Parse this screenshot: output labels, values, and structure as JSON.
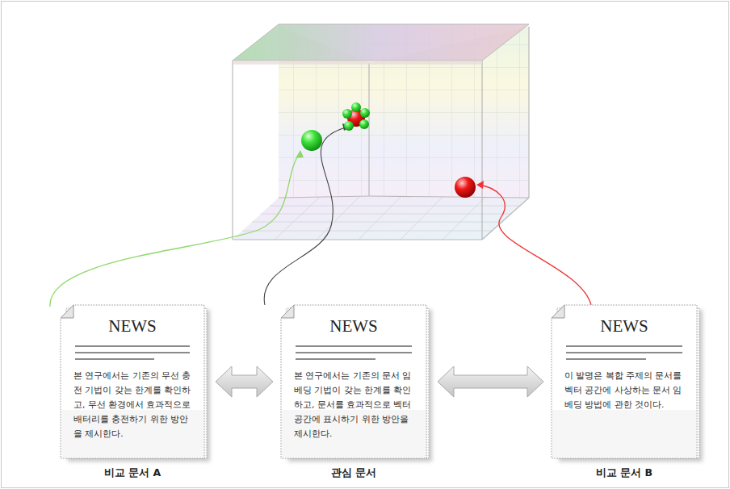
{
  "diagram": {
    "nodes": [
      {
        "text": [
          "NEWS",
          "본 연구에서는 기존의 무선 충전 기법이 갖는 한계를 확인하고, 무선 환경에서 효과적으로 배터리를 충전하기 위한 방안을 제시한다.",
          "비교 문서 A"
        ]
      },
      {
        "text": [
          "NEWS",
          "본 연구에서는 기존의 문서 임베딩 기법이 갖는 한계를 확인하고, 문서를 효과적으로 벡터 공간에 표시하기 위한 방안을 제시한다.",
          "관심 문서"
        ]
      },
      {
        "text": [
          "NEWS",
          "이 발명은 복합 주제의 문서를 벡터 공간에 사상하는 문서 임베딩 방법에 관한 것이다.",
          "비교 문서 B"
        ]
      }
    ],
    "edges": [
      {
        "from": 0,
        "to": 1,
        "arrow": "both"
      },
      {
        "from": 1,
        "to": 2,
        "arrow": "both"
      }
    ]
  }
}
